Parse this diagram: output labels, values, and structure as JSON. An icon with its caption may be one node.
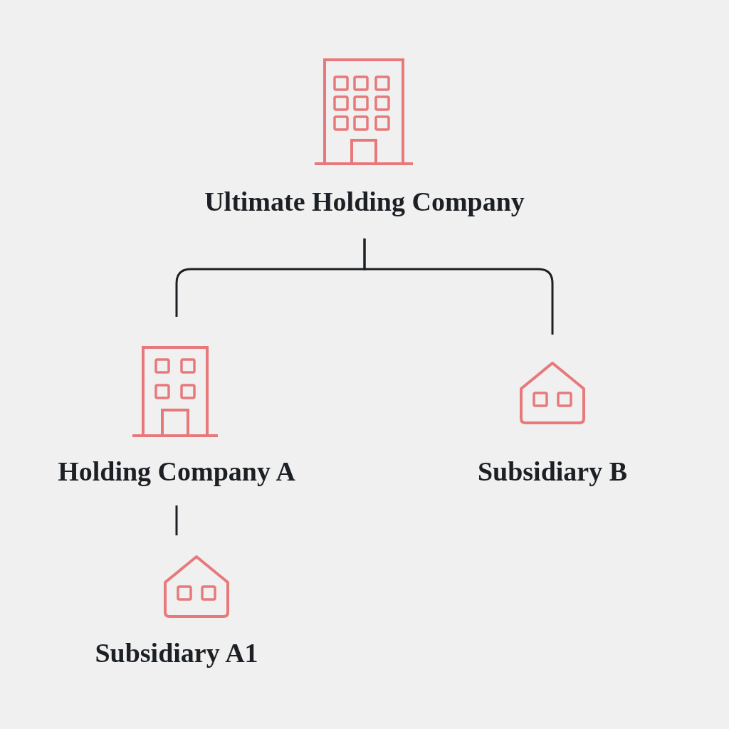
{
  "diagram": {
    "nodes": [
      {
        "text": [
          "Ultimate Holding Company"
        ]
      },
      {
        "text": [
          "Holding Company A"
        ]
      },
      {
        "text": [
          "Subsidiary B"
        ]
      },
      {
        "text": [
          "Subsidiary A1"
        ]
      }
    ],
    "edges": [
      {
        "from": 0,
        "to": 1,
        "arrow": "none"
      },
      {
        "from": 0,
        "to": 2,
        "arrow": "none"
      },
      {
        "from": 1,
        "to": 3,
        "arrow": "none"
      }
    ]
  }
}
